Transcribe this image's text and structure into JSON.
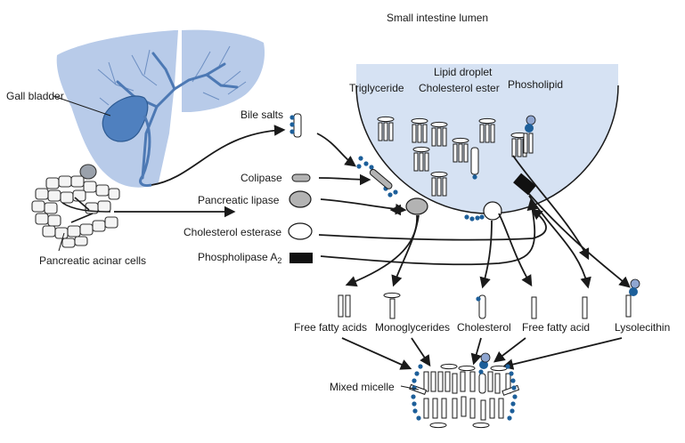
{
  "labels": {
    "lumen": "Small intestine lumen",
    "gall_bladder": "Gall bladder",
    "bile_salts": "Bile salts",
    "lipid_droplet": "Lipid droplet",
    "triglyceride": "Triglyceride",
    "cholesterol_ester": "Cholesterol ester",
    "phospholipid": "Phosholipid",
    "colipase": "Colipase",
    "pancreatic_lipase": "Pancreatic lipase",
    "cholesterol_esterase": "Cholesterol esterase",
    "phospholipase": "Phospholipase A",
    "phospholipase_sub": "2",
    "acinar_cells": "Pancreatic acinar cells",
    "free_fatty_acids": "Free fatty acids",
    "monoglycerides": "Monoglycerides",
    "cholesterol": "Cholesterol",
    "free_fatty_acid": "Free fatty acid",
    "lysolecithin": "Lysolecithin",
    "mixed_micelle": "Mixed micelle"
  },
  "colors": {
    "liver": "#b8cbe9",
    "ducts": "#4d79b4",
    "gallbladder": "#4f80bf",
    "droplet": "#d6e2f3",
    "head_blue": "#1d5f9a",
    "head_light": "#8fa6d1",
    "enzyme_grey": "#b3b3b3",
    "phospholipase": "#111111"
  }
}
